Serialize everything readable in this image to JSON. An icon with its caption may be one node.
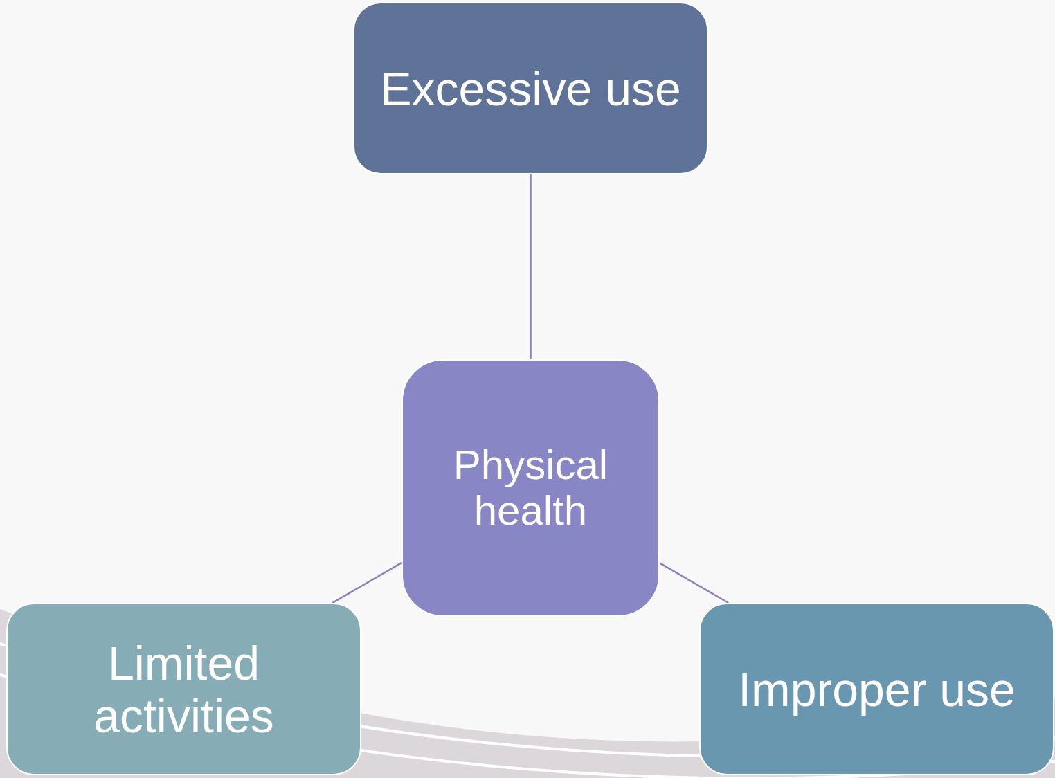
{
  "diagram": {
    "nodes": [
      {
        "text": [
          "Excessive use"
        ]
      },
      {
        "text": [
          "Physical health"
        ]
      },
      {
        "text": [
          "Limited activities"
        ]
      },
      {
        "text": [
          "Improper use"
        ]
      }
    ],
    "edges": [
      {
        "from": 0,
        "to": 1,
        "arrow": "none"
      },
      {
        "from": 1,
        "to": 2,
        "arrow": "none"
      },
      {
        "from": 1,
        "to": 3,
        "arrow": "none"
      }
    ]
  }
}
